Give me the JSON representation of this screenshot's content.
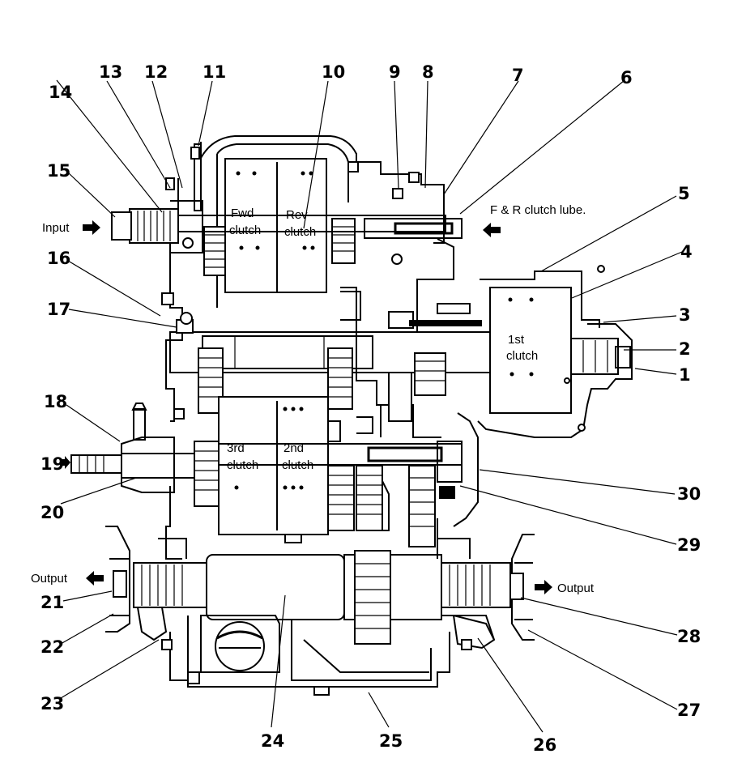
{
  "callouts": [
    "1",
    "2",
    "3",
    "4",
    "5",
    "6",
    "7",
    "8",
    "9",
    "10",
    "11",
    "12",
    "13",
    "14",
    "15",
    "16",
    "17",
    "18",
    "19",
    "20",
    "21",
    "22",
    "23",
    "24",
    "25",
    "26",
    "27",
    "28",
    "29",
    "30"
  ],
  "clutches": {
    "fwd": {
      "line1": "Fwd",
      "line2": "clutch"
    },
    "rev": {
      "line1": "Rev",
      "line2": "clutch"
    },
    "first": {
      "line1": "1st",
      "line2": "clutch"
    },
    "third": {
      "line1": "3rd",
      "line2": "clutch"
    },
    "second": {
      "line1": "2nd",
      "line2": "clutch"
    }
  },
  "labels": {
    "input": "Input",
    "output_left": "Output",
    "output_right": "Output",
    "lube": "F & R clutch lube."
  }
}
